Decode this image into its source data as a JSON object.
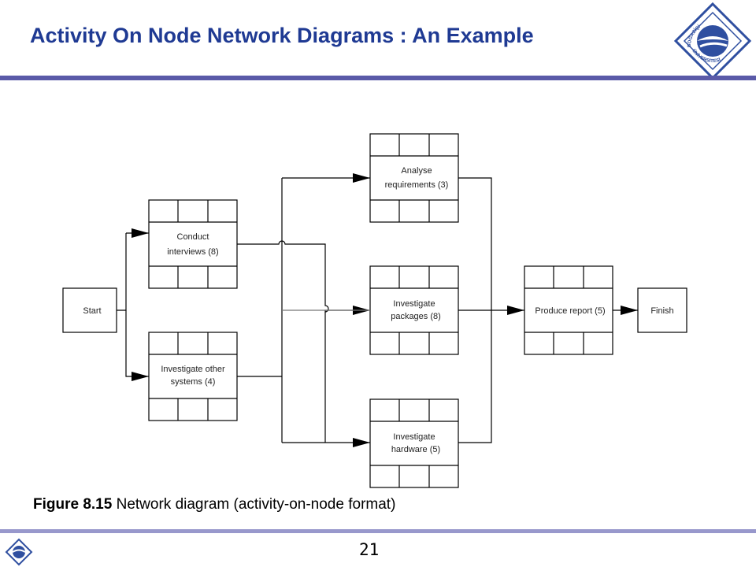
{
  "slide": {
    "title": "Activity On Node Network Diagrams : An Example",
    "page_number": "21"
  },
  "logo": {
    "text_top_a": "BOĞAZİÇİ",
    "text_top_b": "BOĞAZİÇİ",
    "text_bottom_a": "ÜNİVERSİTESİ",
    "text_bottom_b": "ÜNİVERSİTESİ"
  },
  "caption": {
    "label": "Figure 8.15",
    "text": "Network diagram (activity-on-node format)"
  },
  "diagram": {
    "start": "Start",
    "finish": "Finish",
    "nodes": {
      "conduct": [
        "Conduct",
        "interviews (8)"
      ],
      "investigate_other": [
        "Investigate other",
        "systems (4)"
      ],
      "analyse": [
        "Analyse",
        "requirements (3)"
      ],
      "packages": [
        "Investigate",
        "packages (8)"
      ],
      "hardware": [
        "Investigate",
        "hardware (5)"
      ],
      "report": [
        "Produce report (5)"
      ]
    }
  },
  "colors": {
    "title": "#1f3a93",
    "bar": "#5a5aa8",
    "logo_blue": "#2f4fa0"
  }
}
